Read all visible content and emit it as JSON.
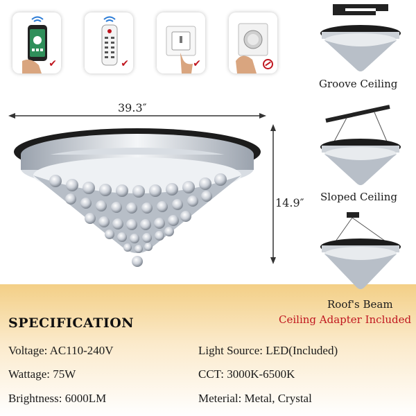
{
  "dimensions": {
    "width": "39.3″",
    "height": "14.9″"
  },
  "controls": [
    {
      "name": "app-control",
      "icon": "smartphone-app-icon"
    },
    {
      "name": "remote-control",
      "icon": "remote-control-icon"
    },
    {
      "name": "wall-switch",
      "icon": "wall-switch-icon"
    },
    {
      "name": "dimmer-switch",
      "icon": "dimmer-knob-icon"
    }
  ],
  "installations": {
    "groove": "Groove Ceiling",
    "sloped": "Sloped Ceiling",
    "beam": "Roof's Beam",
    "adapter_note": "Ceiling Adapter Included"
  },
  "specification": {
    "title": "SPECIFICATION",
    "left": [
      "Voltage: AC110-240V",
      "Wattage: 75W",
      "Brightness: 6000LM"
    ],
    "right": [
      "Light Source: LED(Included)",
      "CCT: 3000K-6500K",
      "Meterial: Metal, Crystal"
    ]
  },
  "colors": {
    "accent_red": "#c0161f",
    "spec_band": "#f3cf86",
    "frame_black": "#1c1c1c"
  }
}
